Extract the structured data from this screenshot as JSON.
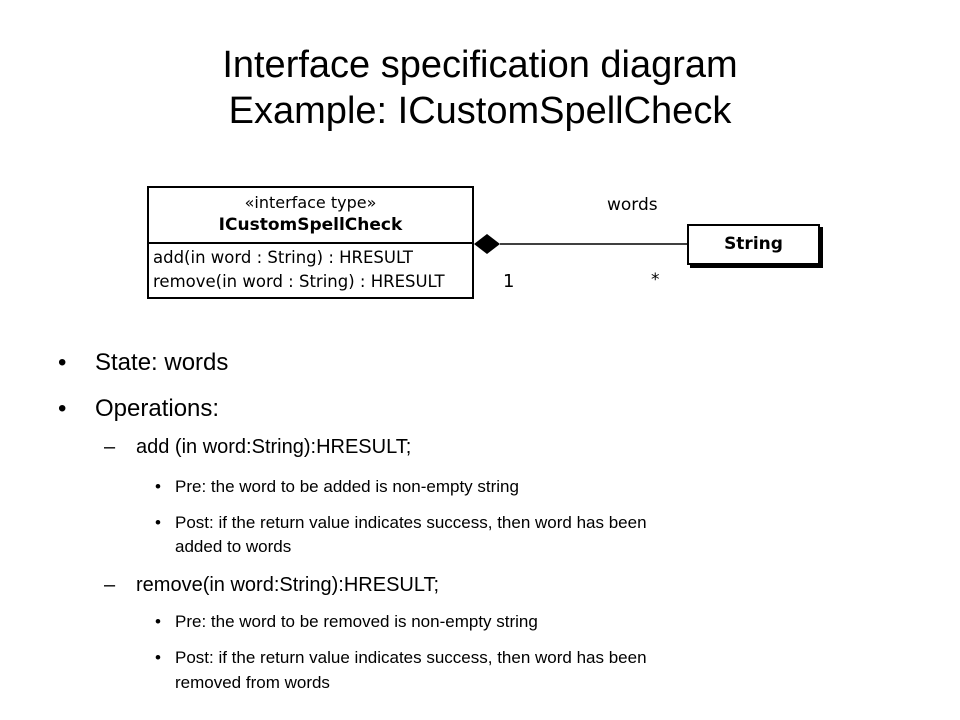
{
  "title": {
    "line1": "Interface specification diagram",
    "line2": "Example: ICustomSpellCheck"
  },
  "diagram": {
    "interface": {
      "stereotype": "«interface type»",
      "name": "ICustomSpellCheck",
      "operations": [
        "add(in word : String) : HRESULT",
        "remove(in word : String) : HRESULT"
      ]
    },
    "target": {
      "name": "String"
    },
    "association": {
      "role": "words",
      "source_multiplicity": "1",
      "target_multiplicity": "*"
    }
  },
  "bullets": {
    "bullet_glyph": "•",
    "dash_glyph": "–",
    "state": "State: words",
    "operations_label": "Operations:",
    "ops": [
      {
        "signature": "add (in word:String):HRESULT;",
        "pre": "Pre: the word to be added is non-empty string",
        "post_line1": "Post: if  the return value indicates success, then word has been",
        "post_line2": "added to words"
      },
      {
        "signature": "remove(in word:String):HRESULT;",
        "pre": "Pre: the word to be removed is non-empty string",
        "post_line1": "Post: if  the return value indicates success, then word has been",
        "post_line2": "removed from words"
      }
    ]
  }
}
